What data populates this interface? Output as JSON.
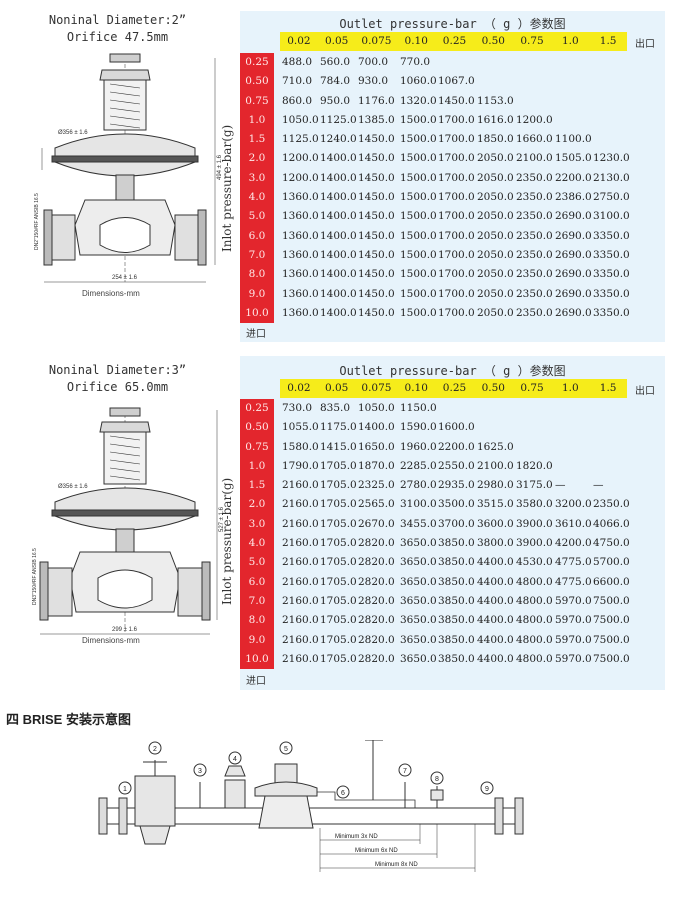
{
  "sections": [
    {
      "diagram": {
        "title_line1": "Noninal Diameter:2”",
        "title_line2": "Orifice 47.5mm",
        "dim_note": "Dimensions-mm",
        "dim_width": "254 ± 1.6",
        "dim_height": "494 ± 1.6",
        "dim_diaphragm": "Ø356 ± 1.6",
        "flange_note": "DN2\"150#RF ANSIB 16.5"
      },
      "table": {
        "title": "Outlet pressure-bar  （ g ）参数图",
        "outlet_values": [
          "0.02",
          "0.05",
          "0.075",
          "0.10",
          "0.25",
          "0.50",
          "0.75",
          "1.0",
          "1.5"
        ],
        "outlet_end_label": "出口",
        "inlet_axis_label": "Inlot pressure-bar(g)",
        "inlet_end_label": "进口",
        "inlet_values": [
          "0.25",
          "0.50",
          "0.75",
          "1.0",
          "1.5",
          "2.0",
          "3.0",
          "4.0",
          "5.0",
          "6.0",
          "7.0",
          "8.0",
          "9.0",
          "10.0"
        ],
        "rows": [
          [
            "488.0",
            "560.0",
            "700.0",
            "770.0",
            "",
            "",
            "",
            "",
            ""
          ],
          [
            "710.0",
            "784.0",
            "930.0",
            "1060.0",
            "1067.0",
            "",
            "",
            "",
            ""
          ],
          [
            "860.0",
            "950.0",
            "1176.0",
            "1320.0",
            "1450.0",
            "1153.0",
            "",
            "",
            ""
          ],
          [
            "1050.0",
            "1125.0",
            "1385.0",
            "1500.0",
            "1700.0",
            "1616.0",
            "1200.0",
            "",
            ""
          ],
          [
            "1125.0",
            "1240.0",
            "1450.0",
            "1500.0",
            "1700.0",
            "1850.0",
            "1660.0",
            "1100.0",
            ""
          ],
          [
            "1200.0",
            "1400.0",
            "1450.0",
            "1500.0",
            "1700.0",
            "2050.0",
            "2100.0",
            "1505.0",
            "1230.0"
          ],
          [
            "1200.0",
            "1400.0",
            "1450.0",
            "1500.0",
            "1700.0",
            "2050.0",
            "2350.0",
            "2200.0",
            "2130.0"
          ],
          [
            "1360.0",
            "1400.0",
            "1450.0",
            "1500.0",
            "1700.0",
            "2050.0",
            "2350.0",
            "2386.0",
            "2750.0"
          ],
          [
            "1360.0",
            "1400.0",
            "1450.0",
            "1500.0",
            "1700.0",
            "2050.0",
            "2350.0",
            "2690.0",
            "3100.0"
          ],
          [
            "1360.0",
            "1400.0",
            "1450.0",
            "1500.0",
            "1700.0",
            "2050.0",
            "2350.0",
            "2690.0",
            "3350.0"
          ],
          [
            "1360.0",
            "1400.0",
            "1450.0",
            "1500.0",
            "1700.0",
            "2050.0",
            "2350.0",
            "2690.0",
            "3350.0"
          ],
          [
            "1360.0",
            "1400.0",
            "1450.0",
            "1500.0",
            "1700.0",
            "2050.0",
            "2350.0",
            "2690.0",
            "3350.0"
          ],
          [
            "1360.0",
            "1400.0",
            "1450.0",
            "1500.0",
            "1700.0",
            "2050.0",
            "2350.0",
            "2690.0",
            "3350.0"
          ],
          [
            "1360.0",
            "1400.0",
            "1450.0",
            "1500.0",
            "1700.0",
            "2050.0",
            "2350.0",
            "2690.0",
            "3350.0"
          ]
        ]
      }
    },
    {
      "diagram": {
        "title_line1": "Noninal Diameter:3”",
        "title_line2": "Orifice 65.0mm",
        "dim_note": "Dimensions-mm",
        "dim_width": "299 ± 1.6",
        "dim_height": "527 ± 1.6",
        "dim_diaphragm": "Ø356 ± 1.6",
        "flange_note": "DN3\"150#RF ANSIB 16.5"
      },
      "table": {
        "title": "Outlet pressure-bar  （ g ）参数图",
        "outlet_values": [
          "0.02",
          "0.05",
          "0.075",
          "0.10",
          "0.25",
          "0.50",
          "0.75",
          "1.0",
          "1.5"
        ],
        "outlet_end_label": "出口",
        "inlet_axis_label": "Inlot pressure-bar(g)",
        "inlet_end_label": "进口",
        "inlet_values": [
          "0.25",
          "0.50",
          "0.75",
          "1.0",
          "1.5",
          "2.0",
          "3.0",
          "4.0",
          "5.0",
          "6.0",
          "7.0",
          "8.0",
          "9.0",
          "10.0"
        ],
        "rows": [
          [
            "730.0",
            "835.0",
            "1050.0",
            "1150.0",
            "",
            "",
            "",
            "",
            ""
          ],
          [
            "1055.0",
            "1175.0",
            "1400.0",
            "1590.0",
            "1600.0",
            "",
            "",
            "",
            ""
          ],
          [
            "1580.0",
            "1415.0",
            "1650.0",
            "1960.0",
            "2200.0",
            "1625.0",
            "",
            "",
            ""
          ],
          [
            "1790.0",
            "1705.0",
            "1870.0",
            "2285.0",
            "2550.0",
            "2100.0",
            "1820.0",
            "",
            ""
          ],
          [
            "2160.0",
            "1705.0",
            "2325.0",
            "2780.0",
            "2935.0",
            "2980.0",
            "3175.0",
            "—",
            "—"
          ],
          [
            "2160.0",
            "1705.0",
            "2565.0",
            "3100.0",
            "3500.0",
            "3515.0",
            "3580.0",
            "3200.0",
            "2350.0"
          ],
          [
            "2160.0",
            "1705.0",
            "2670.0",
            "3455.0",
            "3700.0",
            "3600.0",
            "3900.0",
            "3610.0",
            "4066.0"
          ],
          [
            "2160.0",
            "1705.0",
            "2820.0",
            "3650.0",
            "3850.0",
            "3800.0",
            "3900.0",
            "4200.0",
            "4750.0"
          ],
          [
            "2160.0",
            "1705.0",
            "2820.0",
            "3650.0",
            "3850.0",
            "4400.0",
            "4530.0",
            "4775.0",
            "5700.0"
          ],
          [
            "2160.0",
            "1705.0",
            "2820.0",
            "3650.0",
            "3850.0",
            "4400.0",
            "4800.0",
            "4775.0",
            "6600.0"
          ],
          [
            "2160.0",
            "1705.0",
            "2820.0",
            "3650.0",
            "3850.0",
            "4400.0",
            "4800.0",
            "5970.0",
            "7500.0"
          ],
          [
            "2160.0",
            "1705.0",
            "2820.0",
            "3650.0",
            "3850.0",
            "4400.0",
            "4800.0",
            "5970.0",
            "7500.0"
          ],
          [
            "2160.0",
            "1705.0",
            "2820.0",
            "3650.0",
            "3850.0",
            "4400.0",
            "4800.0",
            "5970.0",
            "7500.0"
          ],
          [
            "2160.0",
            "1705.0",
            "2820.0",
            "3650.0",
            "3850.0",
            "4400.0",
            "4800.0",
            "5970.0",
            "7500.0"
          ]
        ]
      }
    }
  ],
  "install": {
    "section_title": "四 BRISE 安装示意图",
    "callouts": [
      "1",
      "2",
      "3",
      "4",
      "5",
      "6",
      "7",
      "8",
      "9"
    ],
    "dim_labels": [
      "Minimum 3x ND",
      "Minimum 6x ND",
      "Minimum 8x ND"
    ]
  },
  "colors": {
    "panel_bg": "#e7f3fb",
    "outlet_header": "#f6ec1a",
    "inlet_column": "#e3262d"
  }
}
